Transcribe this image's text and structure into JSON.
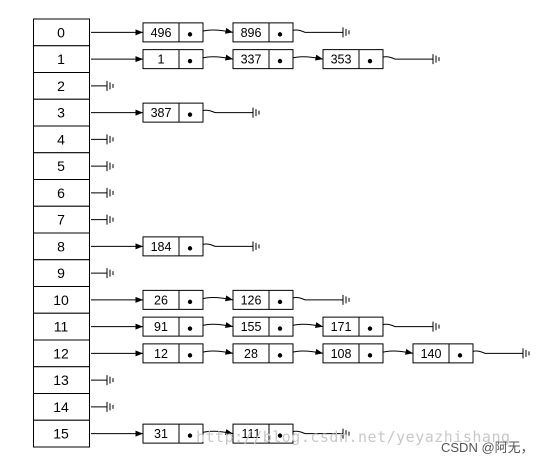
{
  "hash_table": {
    "buckets": [
      {
        "index": "0",
        "chain": [
          "496",
          "896"
        ]
      },
      {
        "index": "1",
        "chain": [
          "1",
          "337",
          "353"
        ]
      },
      {
        "index": "2",
        "chain": []
      },
      {
        "index": "3",
        "chain": [
          "387"
        ]
      },
      {
        "index": "4",
        "chain": []
      },
      {
        "index": "5",
        "chain": []
      },
      {
        "index": "6",
        "chain": []
      },
      {
        "index": "7",
        "chain": []
      },
      {
        "index": "8",
        "chain": [
          "184"
        ]
      },
      {
        "index": "9",
        "chain": []
      },
      {
        "index": "10",
        "chain": [
          "26",
          "126"
        ]
      },
      {
        "index": "11",
        "chain": [
          "91",
          "155",
          "171"
        ]
      },
      {
        "index": "12",
        "chain": [
          "12",
          "28",
          "108",
          "140"
        ]
      },
      {
        "index": "13",
        "chain": []
      },
      {
        "index": "14",
        "chain": []
      },
      {
        "index": "15",
        "chain": [
          "31",
          "111"
        ]
      }
    ]
  },
  "overlay": {
    "watermark": "http://blog.csdn.net/yeyazhishang",
    "credit": "CSDN @阿无，"
  }
}
